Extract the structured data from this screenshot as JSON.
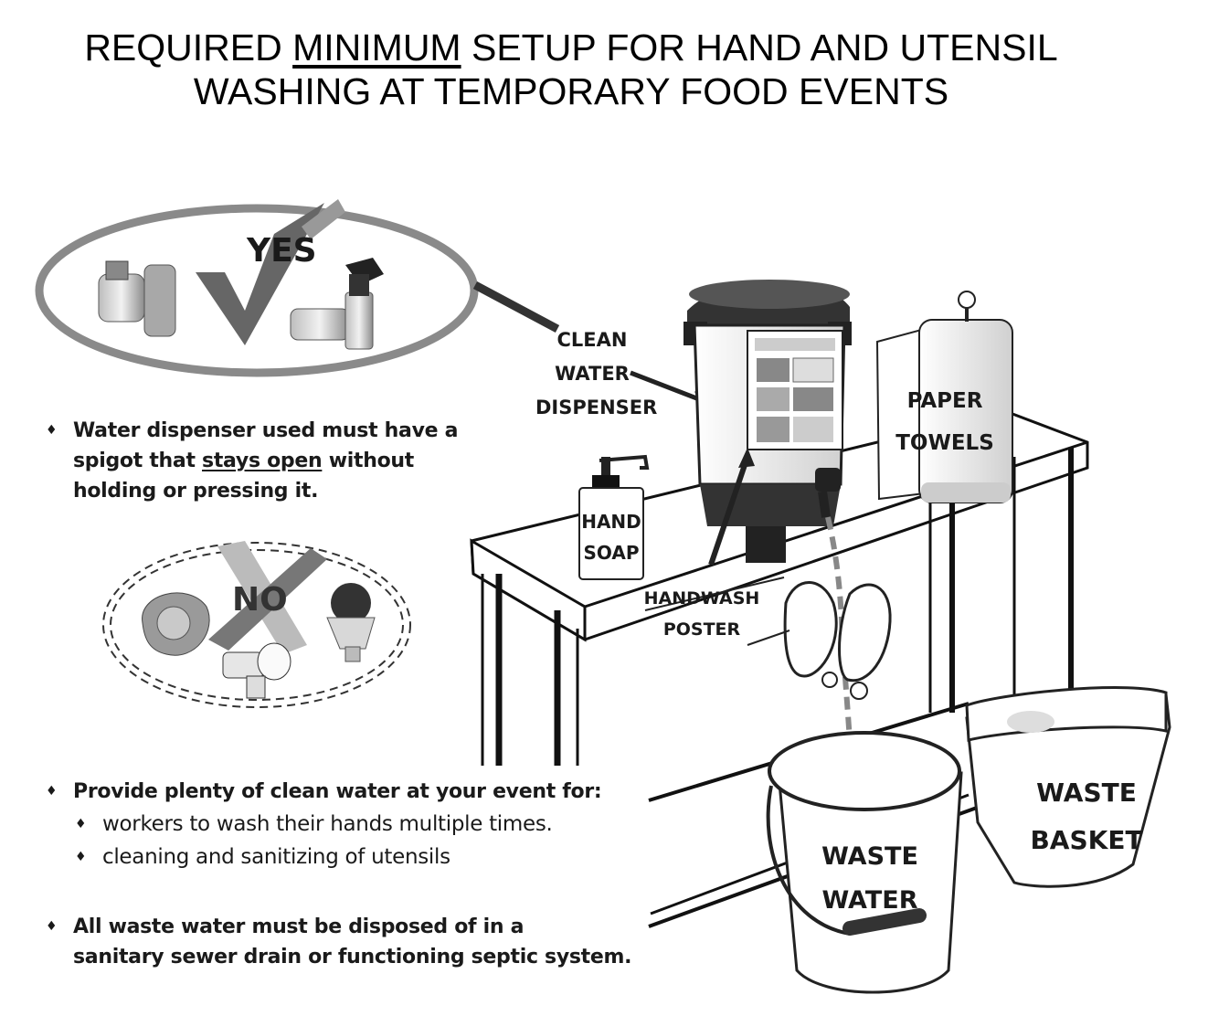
{
  "title": {
    "line1_prefix": "REQUIRED ",
    "line1_emphasis": "MINIMUM",
    "line1_suffix": " SETUP FOR HAND AND UTENSIL",
    "line2": "WASHING AT TEMPORARY FOOD EVENTS"
  },
  "yes_badge": {
    "label": "YES"
  },
  "no_badge": {
    "label": "NO"
  },
  "labels": {
    "dispenser_1": "CLEAN",
    "dispenser_2": "WATER",
    "dispenser_3": "DISPENSER",
    "towels_1": "PAPER",
    "towels_2": "TOWELS",
    "soap_1": "HAND",
    "soap_2": "SOAP",
    "poster_1": "HANDWASH",
    "poster_2": "POSTER",
    "waste_water_1": "WASTE",
    "waste_water_2": "WATER",
    "waste_basket_1": "WASTE",
    "waste_basket_2": "BASKET"
  },
  "notes": {
    "spigot_line1": "Water dispenser used must have a",
    "spigot_line2_prefix": "spigot that ",
    "spigot_line2_emphasis": "stays open",
    "spigot_line2_suffix": " without",
    "spigot_line3": "holding or pressing it.",
    "water_heading": "Provide plenty of clean water at your event for:",
    "water_items": [
      "workers to wash their hands multiple times.",
      "cleaning and sanitizing of utensils"
    ],
    "waste_line1": "All waste water must be disposed of in a",
    "waste_line2": "sanitary sewer drain or functioning septic system."
  },
  "bullet_symbol": "♦",
  "colors": {
    "ink": "#1a1a1a",
    "grey": "#8a8a8a",
    "light_grey": "#d6d6d6"
  }
}
